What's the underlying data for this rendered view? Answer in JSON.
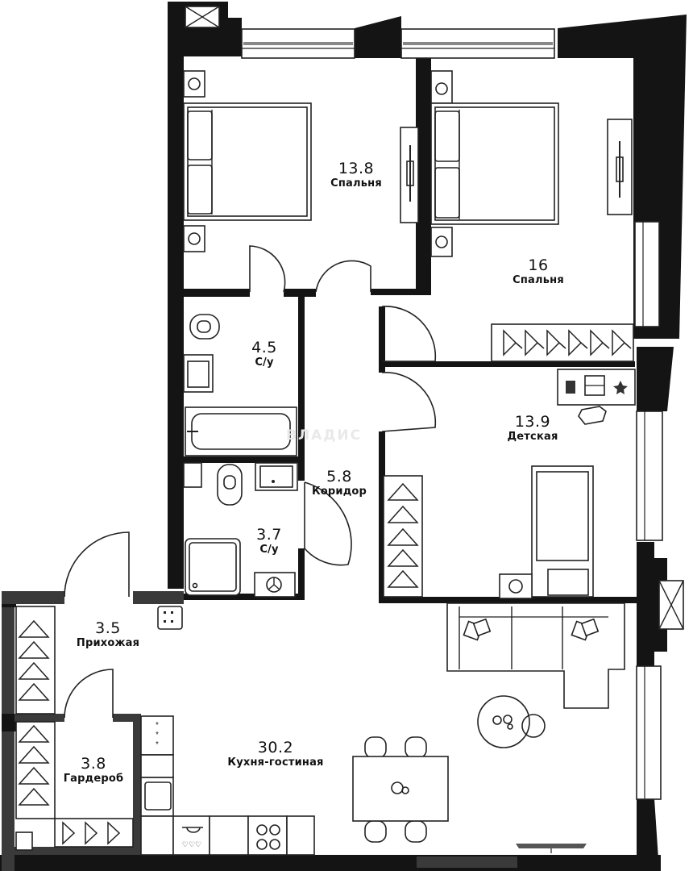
{
  "plan": {
    "type": "apartment-floor-plan",
    "watermark": "ВЛАДИС",
    "colors": {
      "wall": "#141414",
      "wall_partition": "#3a3a3a",
      "line": "#222222",
      "background": "#ffffff"
    },
    "rooms": [
      {
        "id": "bedroom-1",
        "area": "13.8",
        "name": "Спальня"
      },
      {
        "id": "bedroom-2",
        "area": "16",
        "name": "Спальня"
      },
      {
        "id": "bathroom-1",
        "area": "4.5",
        "name": "С/у"
      },
      {
        "id": "corridor",
        "area": "5.8",
        "name": "Коридор"
      },
      {
        "id": "bathroom-2",
        "area": "3.7",
        "name": "С/у"
      },
      {
        "id": "kids-room",
        "area": "13.9",
        "name": "Детская"
      },
      {
        "id": "hallway",
        "area": "3.5",
        "name": "Прихожая"
      },
      {
        "id": "wardrobe",
        "area": "3.8",
        "name": "Гардероб"
      },
      {
        "id": "kitchen-living",
        "area": "30.2",
        "name": "Кухня-гостиная"
      }
    ]
  }
}
